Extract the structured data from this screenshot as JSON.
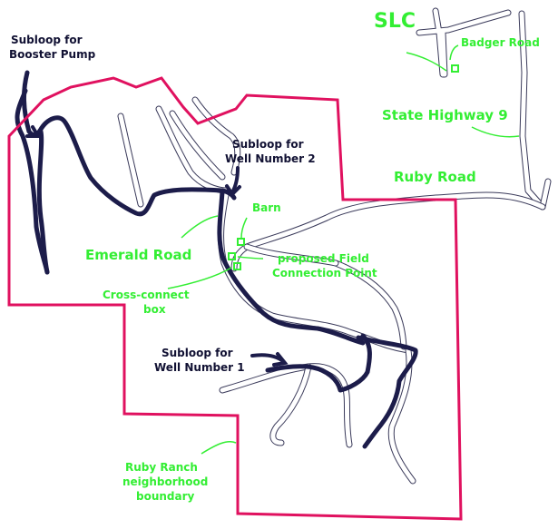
{
  "labels": {
    "slc": "SLC",
    "badger_road": "Badger Road",
    "state_highway": "State Highway 9",
    "ruby_road": "Ruby Road",
    "subloop_booster": [
      "Subloop for",
      "Booster Pump"
    ],
    "subloop_well2": [
      "Subloop for",
      "Well Number 2"
    ],
    "barn": "Barn",
    "emerald_road": "Emerald Road",
    "proposed_field": [
      "proposed Field",
      "Connection Point"
    ],
    "cross_connect": [
      "Cross-connect",
      "box"
    ],
    "subloop_well1": [
      "Subloop for",
      "Well Number 1"
    ],
    "neighborhood_boundary": [
      "Ruby Ranch",
      "neighborhood",
      "boundary"
    ]
  },
  "colors": {
    "boundary": "#e0115f",
    "subloop": "#1c1c4a",
    "road_outline": "#3a3a5a",
    "label_green": "#33ee33",
    "label_dark": "#111133"
  },
  "icons": {
    "barn": "barn-marker-icon",
    "slc": "slc-marker-icon",
    "field_connection": "field-connection-marker-icon",
    "cross_connect": "cross-connect-marker-icon"
  }
}
